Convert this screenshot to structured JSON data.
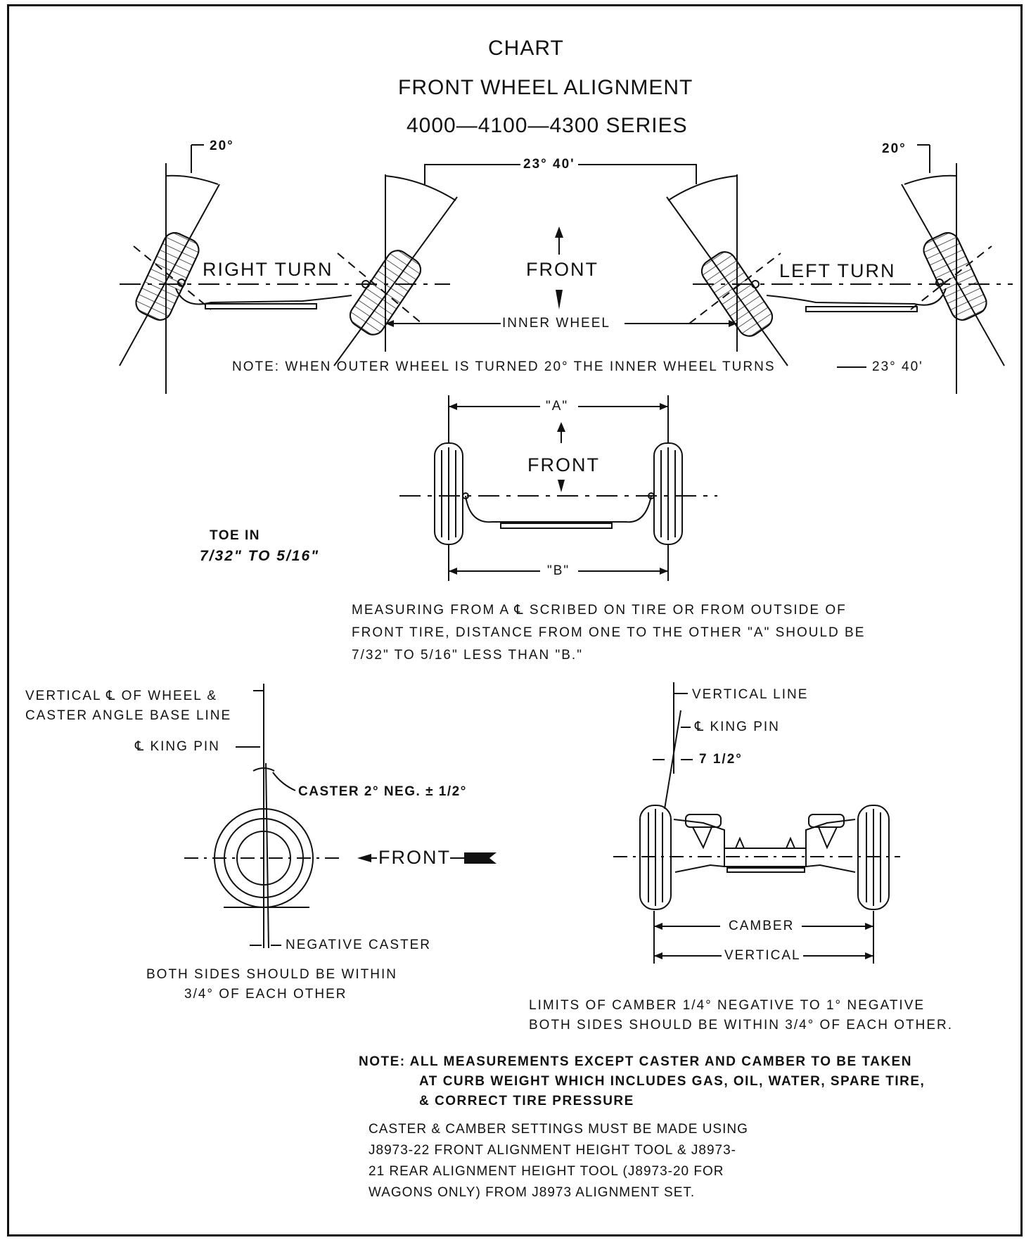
{
  "title": {
    "line1": "CHART",
    "line2": "FRONT WHEEL ALIGNMENT",
    "line3": "4000—4100—4300 SERIES"
  },
  "turn_diagram": {
    "right_turn": "RIGHT TURN",
    "left_turn": "LEFT TURN",
    "front": "FRONT",
    "outer_angle_right": "20°",
    "outer_angle_left": "20°",
    "inner_angle": "23° 40'",
    "inner_wheel": "INNER WHEEL",
    "note": "NOTE: WHEN OUTER WHEEL IS TURNED 20° THE INNER WHEEL TURNS",
    "note_value": "23° 40'"
  },
  "toe_in": {
    "label": "TOE IN",
    "value": "7/32\" TO 5/16\"",
    "dim_a": "\"A\"",
    "dim_b": "\"B\"",
    "front": "FRONT",
    "desc_line1": "MEASURING FROM A ℄ SCRIBED ON TIRE OR FROM OUTSIDE OF",
    "desc_line2": "FRONT TIRE, DISTANCE FROM ONE TO THE OTHER \"A\" SHOULD BE",
    "desc_line3": "7/32\" TO 5/16\" LESS THAN \"B.\""
  },
  "caster": {
    "vertical_line1": "VERTICAL ℄ OF WHEEL &",
    "vertical_line2": "CASTER ANGLE BASE LINE",
    "king_pin": "℄ KING PIN",
    "caster_value": "CASTER 2° NEG. ± 1/2°",
    "front": "FRONT",
    "negative_caster": "NEGATIVE CASTER",
    "both_sides_line1": "BOTH SIDES SHOULD BE WITHIN",
    "both_sides_line2": "3/4° OF EACH OTHER"
  },
  "camber": {
    "vertical_line": "VERTICAL LINE",
    "king_pin": "℄ KING PIN",
    "king_pin_angle": "7 1/2°",
    "camber": "CAMBER",
    "vertical": "VERTICAL",
    "limits_line1": "LIMITS OF CAMBER 1/4° NEGATIVE TO 1° NEGATIVE",
    "limits_line2": "BOTH SIDES SHOULD BE WITHIN 3/4° OF EACH OTHER."
  },
  "notes": {
    "note_line1": "NOTE: ALL MEASUREMENTS EXCEPT CASTER AND CAMBER TO BE TAKEN",
    "note_line2": "AT CURB WEIGHT WHICH INCLUDES GAS, OIL, WATER, SPARE TIRE,",
    "note_line3": "& CORRECT TIRE PRESSURE",
    "settings_line1": "CASTER & CAMBER SETTINGS MUST BE MADE USING",
    "settings_line2": "J8973-22 FRONT ALIGNMENT HEIGHT TOOL & J8973-",
    "settings_line3": "21 REAR ALIGNMENT HEIGHT TOOL (J8973-20 FOR",
    "settings_line4": "WAGONS ONLY) FROM J8973 ALIGNMENT SET."
  }
}
